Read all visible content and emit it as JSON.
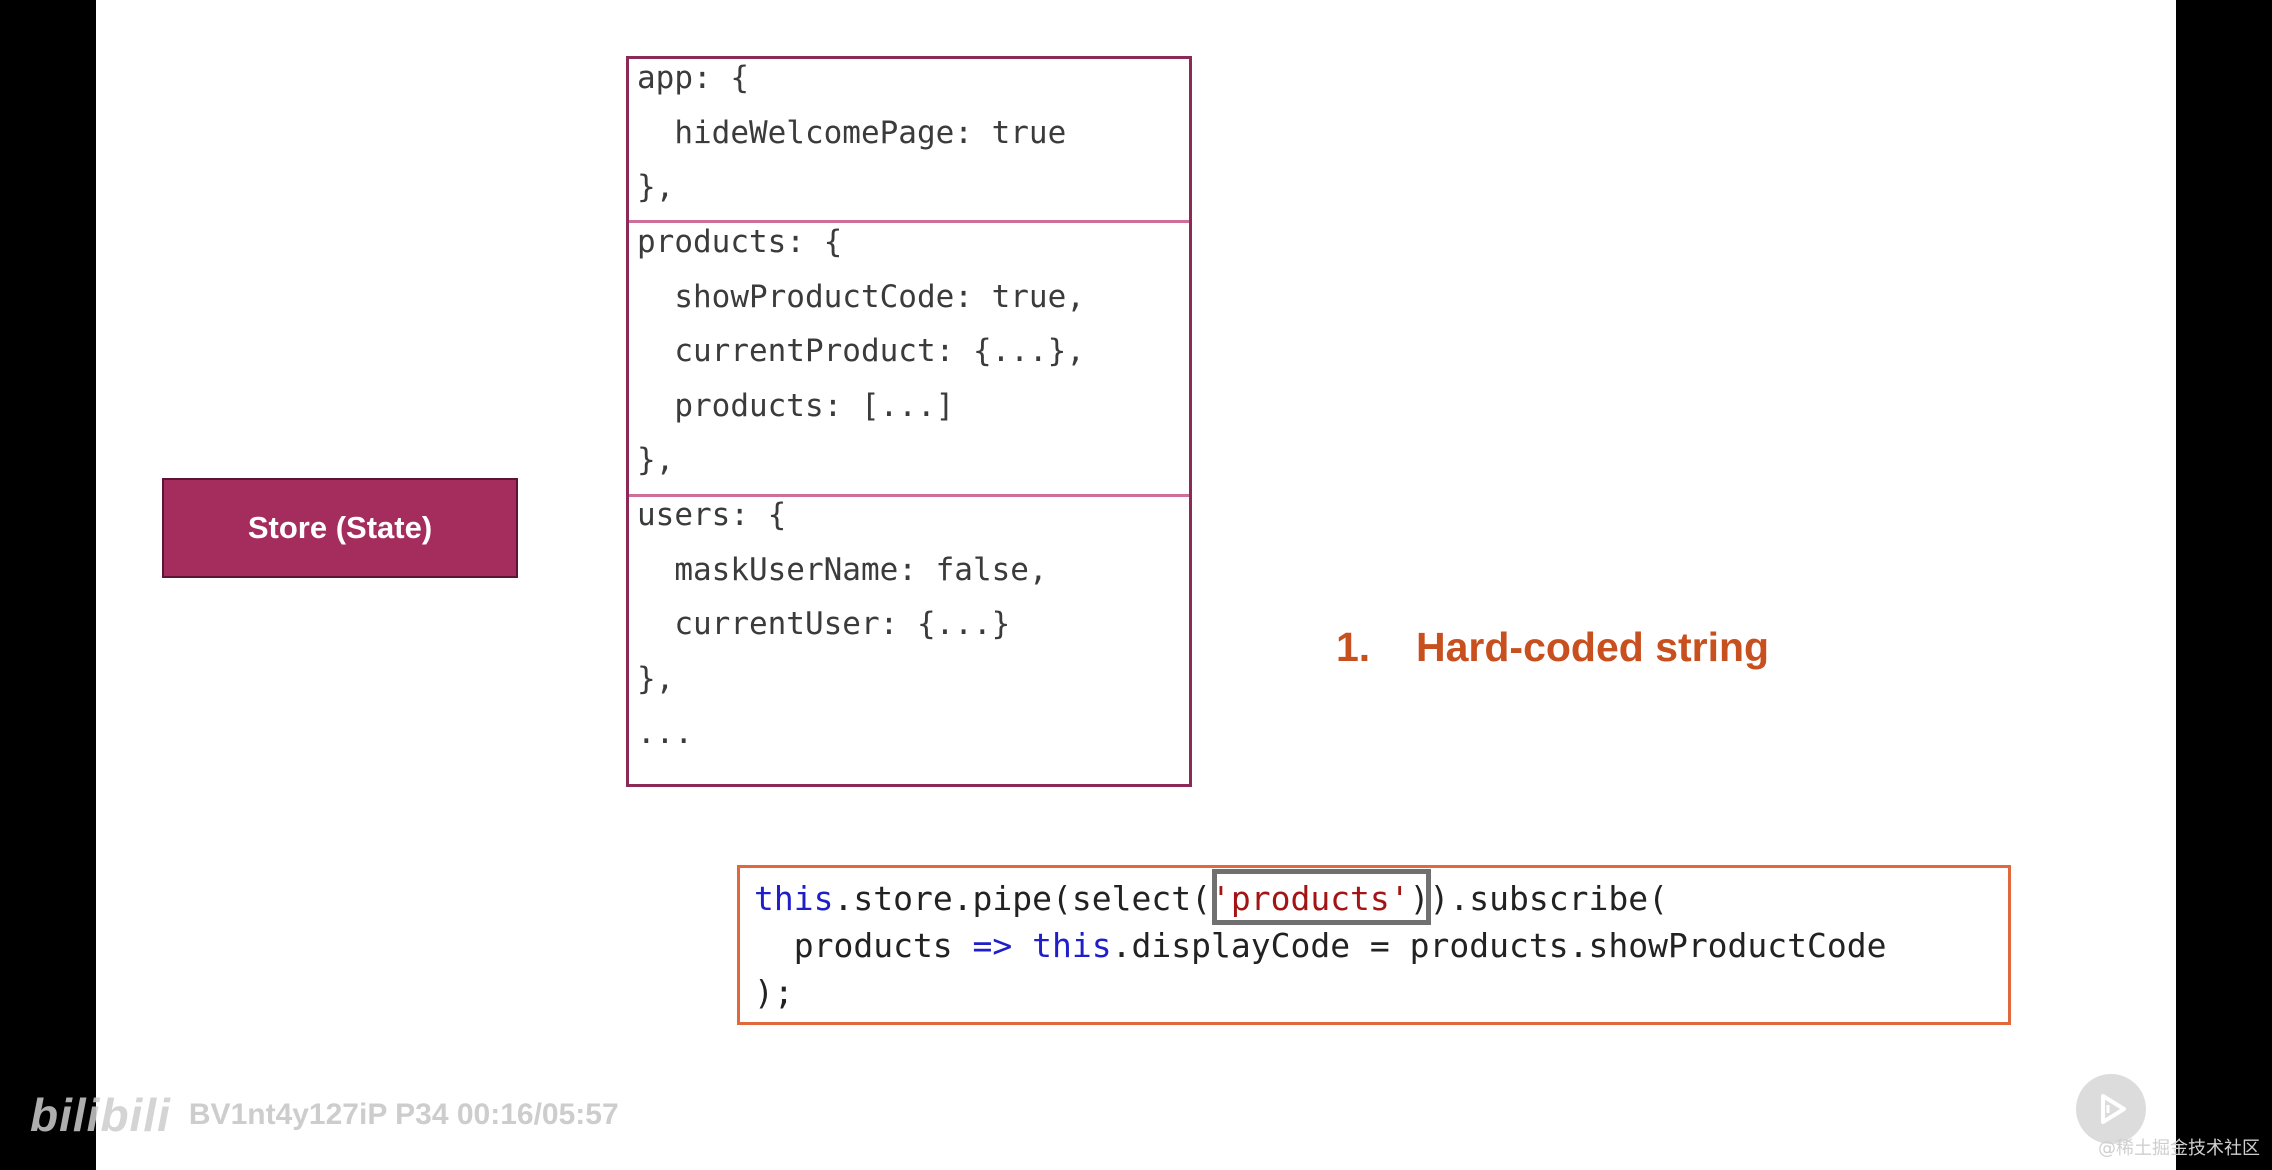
{
  "store_label": "Store (State)",
  "state_lines": [
    "app: {",
    "  hideWelcomePage: true",
    "},",
    "products: {",
    "  showProductCode: true,",
    "  currentProduct: {...},",
    "  products: [...]",
    "},",
    "users: {",
    "  maskUserName: false,",
    "  currentUser: {...}",
    "},",
    "..."
  ],
  "hint": {
    "number": "1.",
    "text": "Hard-coded string"
  },
  "snippet": {
    "kw_this": "this",
    "part1": ".store.pipe(select(",
    "highlighted": "'products'",
    "part2": ")).subscribe(",
    "line2_pre": "  products ",
    "arrow": "=>",
    "line2_post": ".displayCode = products.showProductCode",
    "line3": ");"
  },
  "watermark": {
    "logo": "bilibili",
    "info": "BV1nt4y127iP P34 00:16/05:57"
  },
  "corner_text": "@稀土掘金技术社区",
  "colors": {
    "store_fill": "#a52d5e",
    "state_border": "#8c2a57",
    "separator": "#cf6f99",
    "hint": "#c84f1e",
    "code_border": "#e0683a",
    "keyword": "#1f1fc9",
    "string": "#a31515"
  },
  "icons": {
    "play": "play-triangle-icon"
  }
}
